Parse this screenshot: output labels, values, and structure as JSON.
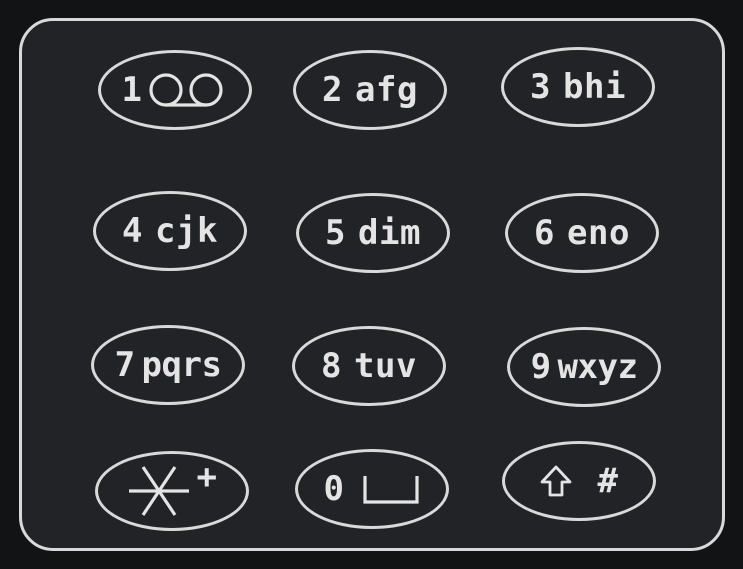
{
  "keypad": {
    "keys": [
      {
        "digit": "1",
        "letters": "",
        "icon": "voicemail-icon"
      },
      {
        "digit": "2",
        "letters": "afg"
      },
      {
        "digit": "3",
        "letters": "bhi"
      },
      {
        "digit": "4",
        "letters": "cjk"
      },
      {
        "digit": "5",
        "letters": "dim"
      },
      {
        "digit": "6",
        "letters": "eno"
      },
      {
        "digit": "7",
        "letters": "pqrs"
      },
      {
        "digit": "8",
        "letters": "tuv"
      },
      {
        "digit": "9",
        "letters": "wxyz"
      },
      {
        "digit": "",
        "letters": "+",
        "icon": "asterisk-icon"
      },
      {
        "digit": "0",
        "letters": "",
        "icon": "space-icon"
      },
      {
        "digit": "",
        "letters": "#",
        "icon": "shift-arrow-icon"
      }
    ]
  },
  "colors": {
    "background": "#121314",
    "panel": "#222327",
    "outline": "#d9d9d9",
    "text": "#e4e4e4"
  }
}
